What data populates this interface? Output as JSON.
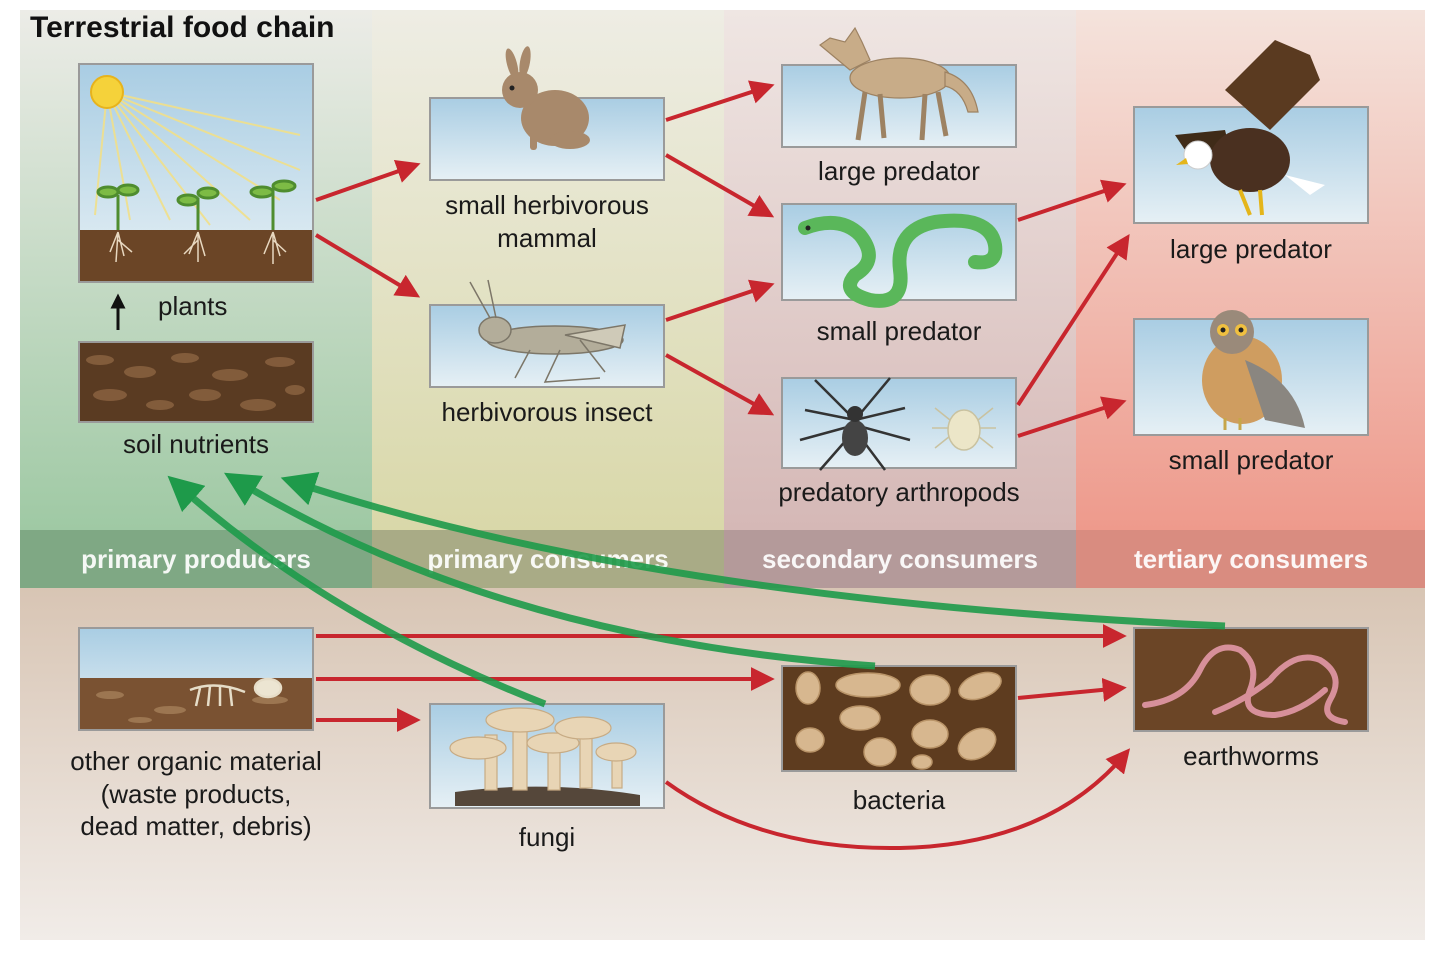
{
  "title": "Terrestrial food chain",
  "bands": [
    {
      "label": "primary producers",
      "color": "#7fa884"
    },
    {
      "label": "primary consumers",
      "color": "#a9ab86"
    },
    {
      "label": "secondary consumers",
      "color": "#b49a9a"
    },
    {
      "label": "tertiary consumers",
      "color": "#d98c80"
    }
  ],
  "nodes": {
    "plants": "plants",
    "soil_nutrients": "soil nutrients",
    "small_herbivorous_mammal": [
      "small herbivorous",
      "mammal"
    ],
    "herbivorous_insect": "herbivorous insect",
    "large_predator_secondary": "large predator",
    "small_predator_secondary": "small predator",
    "predatory_arthropods": "predatory arthropods",
    "large_predator_tertiary": "large predator",
    "small_predator_tertiary": "small predator",
    "other_organic_material": [
      "other organic material",
      "(waste products,",
      "dead matter, debris)"
    ],
    "fungi": "fungi",
    "bacteria": "bacteria",
    "earthworms": "earthworms"
  },
  "colors": {
    "energy_arrow": "#c8262e",
    "nutrient_arrow": "#1e9a4a",
    "sky": "#cfe4f1",
    "soil": "#6b4526"
  }
}
